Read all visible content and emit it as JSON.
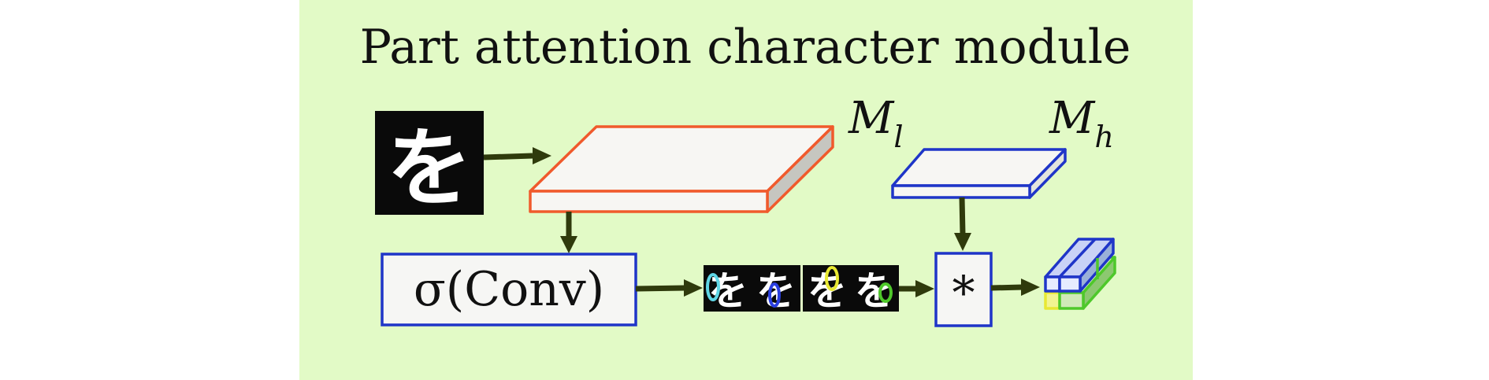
{
  "diagram": {
    "title": "Part attention character module",
    "input_character": "を",
    "label_ml_main": "M",
    "label_ml_sub": "l",
    "label_mh_main": "M",
    "label_mh_sub": "h",
    "conv_label": "σ(Conv)",
    "multiply_label": "*",
    "attention_glyphs": [
      "を",
      "を",
      "を",
      "を"
    ]
  },
  "colors": {
    "panel_background": "#e2fac6",
    "low_level_block": "#f05a2c",
    "high_level_block": "#1f35c8",
    "arrow": "#2f3a0c",
    "character_background": "#0a0a0a",
    "box_fill": "#f6f6f4",
    "attention_cyan": "#5fd6e6",
    "attention_blue": "#2a3fe0",
    "attention_yellow": "#e8e832",
    "attention_green": "#4ec82a"
  }
}
